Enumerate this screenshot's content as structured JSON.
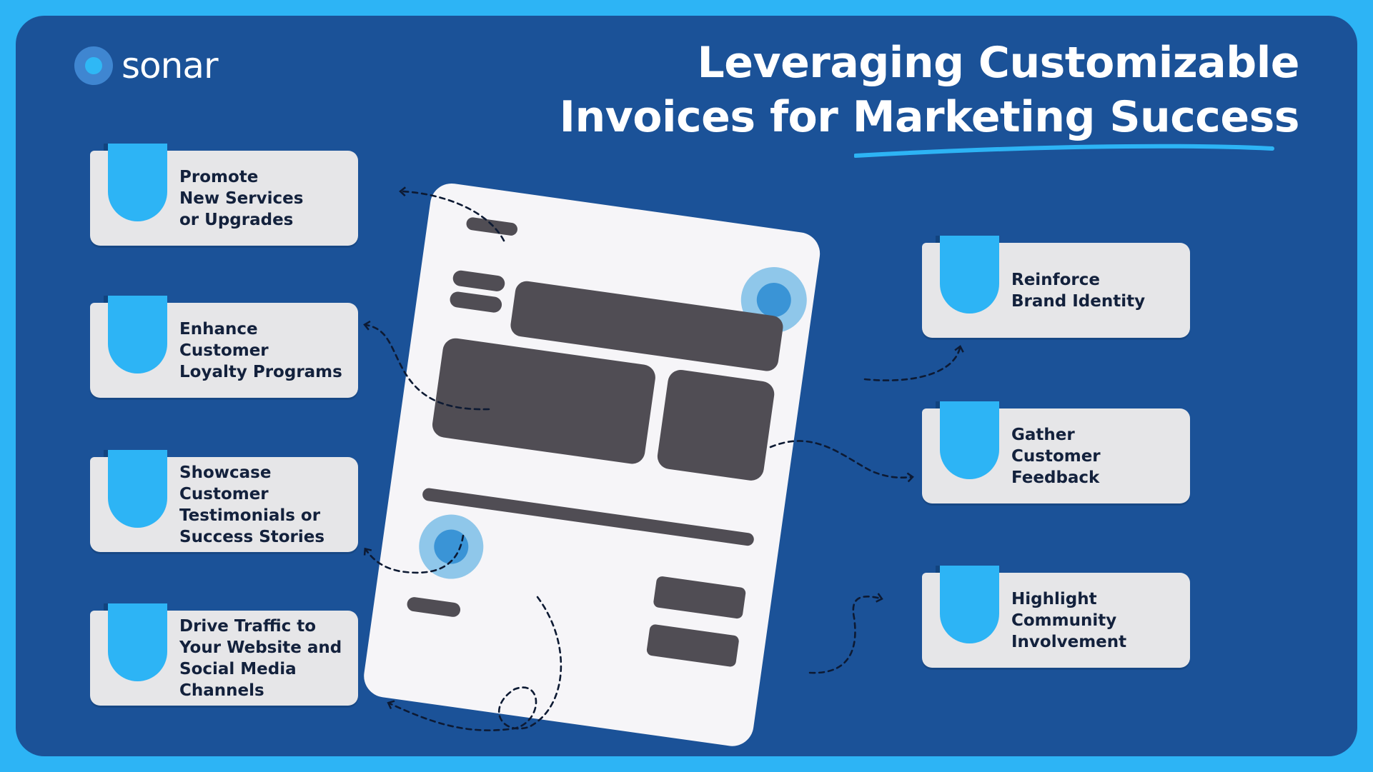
{
  "brand": {
    "name": "sonar"
  },
  "title": {
    "line1": "Leveraging Customizable",
    "line2": "Invoices for Marketing Success",
    "underline_color": "#2db4f5"
  },
  "colors": {
    "outer_border": "#2db4f5",
    "background": "#1b5298",
    "card": "#e6e6e8",
    "card_tab": "#2db4f5",
    "card_text": "#13213c",
    "invoice_paper": "#f6f5f8",
    "invoice_blocks": "#504d54",
    "connector": "#0d1a33"
  },
  "cards": {
    "promote": "Promote\nNew Services\nor Upgrades",
    "loyalty": "Enhance Customer\nLoyalty Programs",
    "testimonials": "Showcase\nCustomer\nTestimonials or\nSuccess Stories",
    "traffic": "Drive Traffic to\nYour Website and\nSocial Media\nChannels",
    "brand": "Reinforce\nBrand Identity",
    "feedback": "Gather\nCustomer\nFeedback",
    "community": "Highlight\nCommunity\nInvolvement"
  },
  "icons": {
    "logo": "sonar-logo-icon",
    "invoice": "invoice-document-icon",
    "connector": "dashed-arrow-icon"
  }
}
